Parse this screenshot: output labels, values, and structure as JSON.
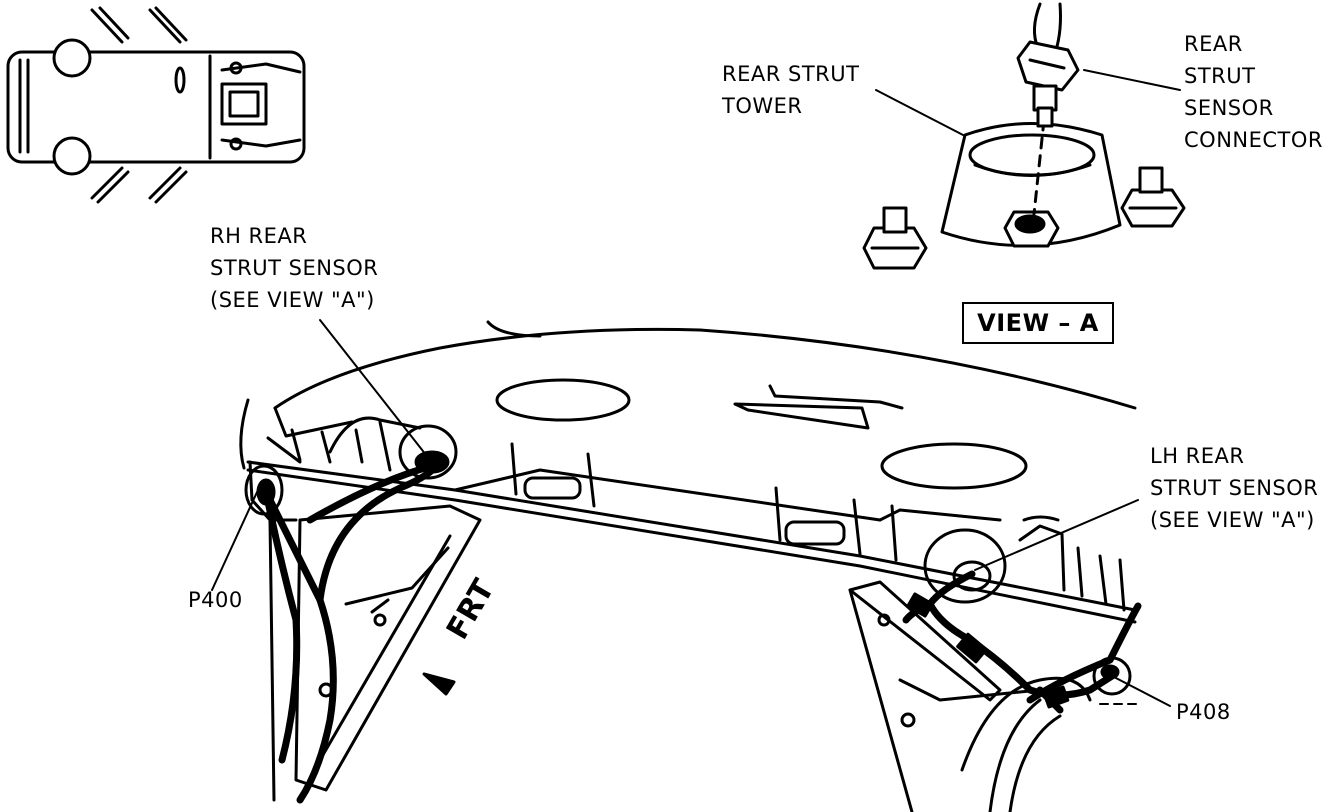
{
  "labels": {
    "rear_strut_tower": [
      "REAR STRUT",
      "TOWER"
    ],
    "rear_strut_sensor_connector": [
      "REAR",
      "STRUT",
      "SENSOR",
      "CONNECTOR"
    ],
    "rh_rear_strut_sensor": [
      "RH REAR",
      "STRUT SENSOR",
      "(SEE VIEW \"A\")"
    ],
    "lh_rear_strut_sensor": [
      "LH REAR",
      "STRUT SENSOR",
      "(SEE VIEW \"A\")"
    ],
    "p400": "P400",
    "p408": "P408",
    "view_a": "VIEW – A",
    "frt": "FRT"
  }
}
